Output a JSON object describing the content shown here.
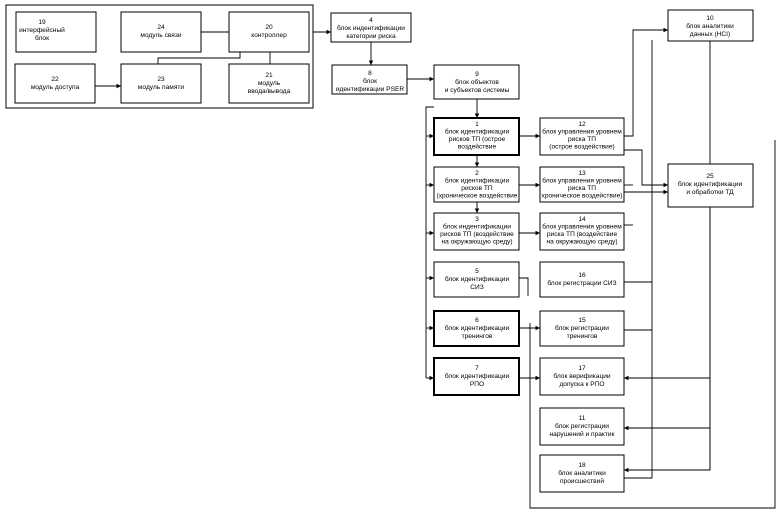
{
  "blocks": {
    "b19": [
      "19",
      "интерфейсный",
      "блок"
    ],
    "b24": [
      "24",
      "модуль связи"
    ],
    "b20": [
      "20",
      "контроллер"
    ],
    "b22": [
      "22",
      "модуль доступа"
    ],
    "b23": [
      "23",
      "модуль памяти"
    ],
    "b21": [
      "21",
      "модуль",
      "ввода/вывода"
    ],
    "b4": [
      "4",
      "блок индентификации",
      "категории риска"
    ],
    "b8": [
      "8",
      "блок",
      "идентификации PSER"
    ],
    "b9": [
      "9",
      "блок объектов",
      "и субъектов системы"
    ],
    "b10": [
      "10",
      "блок аналитики",
      "данных (НСI)"
    ],
    "b1": [
      "1",
      "блок идентификации",
      "рисков ТП (острое",
      "воздействие"
    ],
    "b12": [
      "12",
      "блок управления уровнем",
      "риска ТП",
      "(острое воздействие)"
    ],
    "b2": [
      "2",
      "блок идентификации",
      "рисков ТП",
      "(хроническое воздействие"
    ],
    "b13": [
      "13",
      "блок управления уровнем",
      "риска ТП",
      "хроническое воздействие)"
    ],
    "b25": [
      "25",
      "блок идентификации",
      "и обработки ТД"
    ],
    "b3": [
      "3",
      "блок индентификации",
      "рисков ТП (воздействие",
      "на окружающую среду)"
    ],
    "b14": [
      "14",
      "блок управления уровнем",
      "риска ТП (воздействие",
      "на окружающую среду)"
    ],
    "b5": [
      "5",
      "блок идентификации",
      "СИЗ"
    ],
    "b16": [
      "16",
      "блок регистрации СИЗ"
    ],
    "b6": [
      "6",
      "блок идентификации",
      "тренингов"
    ],
    "b15": [
      "15",
      "блок регистрации",
      "тренингов"
    ],
    "b7": [
      "7",
      "блок идентификации",
      "РПО"
    ],
    "b17": [
      "17",
      "блок верификации",
      "допуска к РПО"
    ],
    "b11": [
      "11",
      "блок регистрации",
      "нарушений и практик"
    ],
    "b18": [
      "18",
      "блок аналитики",
      "происшествий"
    ]
  }
}
